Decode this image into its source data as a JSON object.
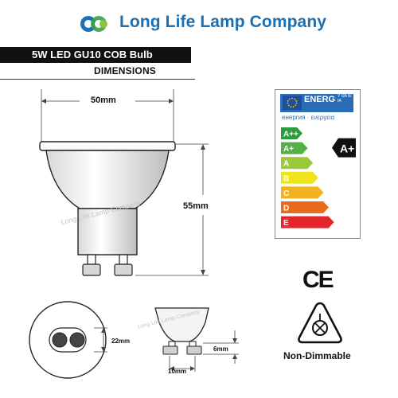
{
  "header": {
    "company": "Long Life Lamp Company",
    "logo_colors": [
      "#1f6fb5",
      "#3aa14a",
      "#8fc33f"
    ]
  },
  "product": {
    "title": "5W LED GU10 COB Bulb",
    "subtitle": "DIMENSIONS"
  },
  "dimensions": {
    "width": "50mm",
    "height": "55mm",
    "pin_spacing": "22mm",
    "pin_height": "6mm",
    "pin_width": "10mm"
  },
  "watermark": "Long Life Lamp Company",
  "energy_label": {
    "header": "ENERG",
    "header_sub": "Y IJA IE IA",
    "languages": "енергия · ενεργεια",
    "classes": [
      {
        "label": "A++",
        "color": "#2e9c3d"
      },
      {
        "label": "A+",
        "color": "#54b045"
      },
      {
        "label": "A",
        "color": "#9cc83b"
      },
      {
        "label": "B",
        "color": "#f0e51a"
      },
      {
        "label": "C",
        "color": "#f3b31c"
      },
      {
        "label": "D",
        "color": "#ea6a1e"
      },
      {
        "label": "E",
        "color": "#e3262c"
      }
    ],
    "rating": "A+",
    "header_color": "#2a6db5"
  },
  "marks": {
    "ce": "CE",
    "non_dimmable": "Non-Dimmable",
    "non_dimmable_icon": "dimmer-crossed-icon"
  }
}
